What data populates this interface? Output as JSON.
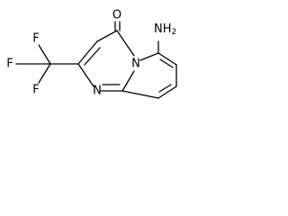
{
  "molecule": {
    "labels": {
      "oxygen": "O",
      "amino": "NH",
      "amino_subscript": "2",
      "nitrogen_bridgehead": "N",
      "nitrogen_ring": "N",
      "fluorine_top": "F",
      "fluorine_left": "F",
      "fluorine_bottom": "F"
    }
  }
}
